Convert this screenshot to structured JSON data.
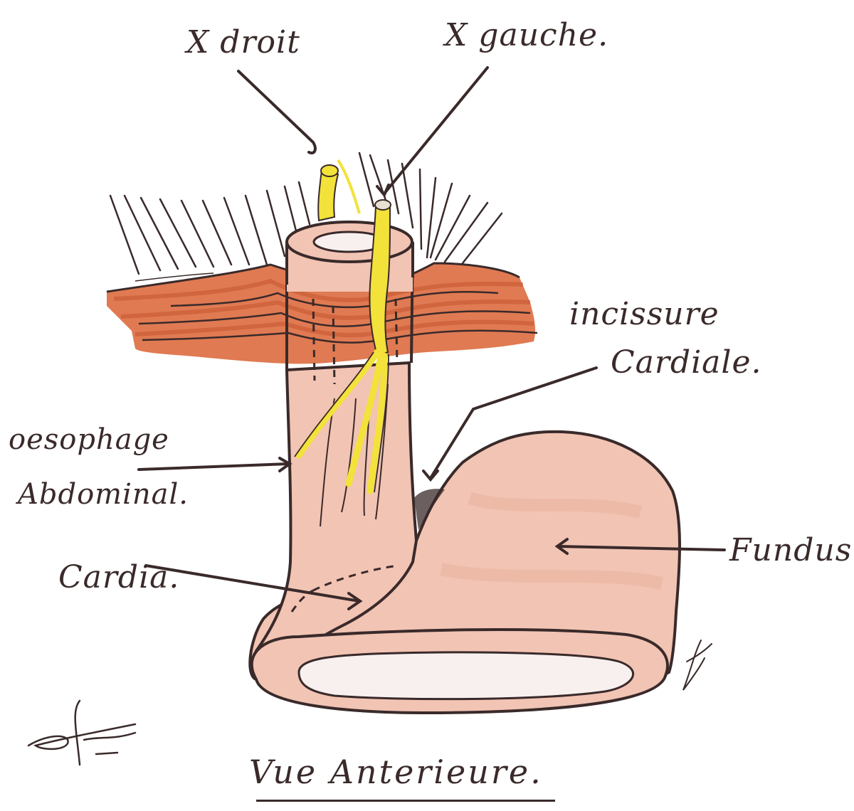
{
  "labels": {
    "nerve_right": "X droit",
    "nerve_left": "X gauche.",
    "incisure_line1": "incissure",
    "incisure_line2": "Cardiale.",
    "oesophagus_line1": "oesophage",
    "oesophagus_line2": "Abdominal.",
    "fundus": "Fundus",
    "cardia": "Cardia."
  },
  "title": "Vue Anterieure.",
  "colors": {
    "ink": "#3a2a2a",
    "diaphragm": "#e07a52",
    "diaphragm_dark": "#c4552f",
    "stomach": "#f2c4b4",
    "stomach_shade": "#e9a891",
    "nerve": "#f2e23a",
    "lumen": "#f7f0ef"
  }
}
